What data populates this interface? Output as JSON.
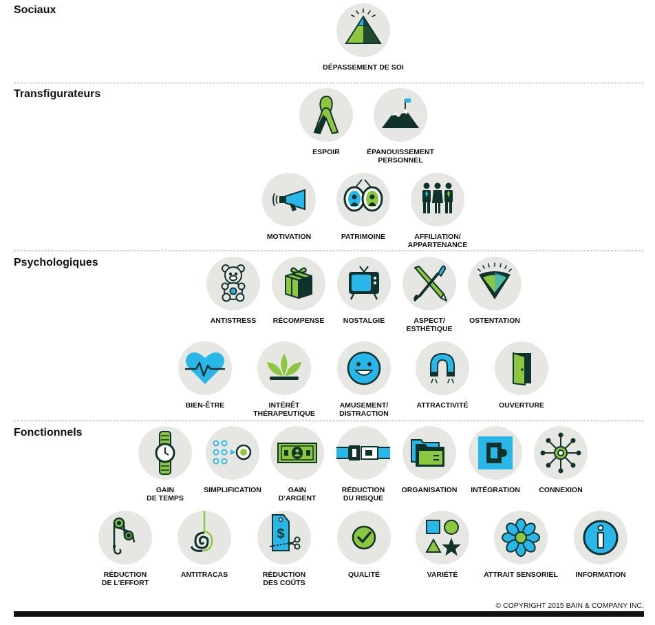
{
  "sections": {
    "social": {
      "title": "Sociaux"
    },
    "life": {
      "title": "Transfigurateurs"
    },
    "emotional": {
      "title": "Psychologiques"
    },
    "functional": {
      "title": "Fonctionnels"
    }
  },
  "elements": {
    "self_transcendence": {
      "line1": "DÉPASSEMENT DE SOI",
      "line2": "",
      "icon": "pyramid-icon"
    },
    "hope": {
      "line1": "ESPOIR",
      "line2": "",
      "icon": "ribbon-icon"
    },
    "self_actualization": {
      "line1": "ÉPANOUISSEMENT",
      "line2": "PERSONNEL",
      "icon": "mountain-flag-icon"
    },
    "motivation": {
      "line1": "MOTIVATION",
      "line2": "",
      "icon": "megaphone-icon"
    },
    "heirloom": {
      "line1": "PATRIMOINE",
      "line2": "",
      "icon": "portrait-frames-icon"
    },
    "affiliation": {
      "line1": "AFFILIATION/",
      "line2": "APPARTENANCE",
      "icon": "people-group-icon"
    },
    "reduces_anxiety": {
      "line1": "ANTISTRESS",
      "line2": "",
      "icon": "teddy-bear-icon"
    },
    "rewards_me": {
      "line1": "RÉCOMPENSE",
      "line2": "",
      "icon": "gift-box-icon"
    },
    "nostalgia": {
      "line1": "NOSTALGIE",
      "line2": "",
      "icon": "retro-tv-icon"
    },
    "design_aesthetics": {
      "line1": "ASPECT/",
      "line2": "ESTHÉTIQUE",
      "icon": "pencil-brush-icon"
    },
    "badge_value": {
      "line1": "OSTENTATION",
      "line2": "",
      "icon": "badge-shield-icon"
    },
    "wellness": {
      "line1": "BIEN-ÊTRE",
      "line2": "",
      "icon": "heart-pulse-icon"
    },
    "therapeutic_value": {
      "line1": "INTÉRÊT",
      "line2": "THÉRAPEUTIQUE",
      "icon": "lotus-leaves-icon"
    },
    "fun_entertainment": {
      "line1": "AMUSEMENT/",
      "line2": "DISTRACTION",
      "icon": "smiley-face-icon"
    },
    "attractiveness": {
      "line1": "ATTRACTIVITÉ",
      "line2": "",
      "icon": "magnet-icon"
    },
    "provides_access": {
      "line1": "OUVERTURE",
      "line2": "",
      "icon": "door-icon"
    },
    "saves_time": {
      "line1": "GAIN",
      "line2": "DE TEMPS",
      "icon": "watch-icon"
    },
    "simplifies": {
      "line1": "SIMPLIFICATION",
      "line2": "",
      "icon": "dots-to-target-icon"
    },
    "makes_money": {
      "line1": "GAIN",
      "line2": "D’ARGENT",
      "icon": "banknote-icon"
    },
    "reduces_risk": {
      "line1": "RÉDUCTION",
      "line2": "DU RISQUE",
      "icon": "seatbelt-buckle-icon"
    },
    "organizes": {
      "line1": "ORGANISATION",
      "line2": "",
      "icon": "folders-icon"
    },
    "integrates": {
      "line1": "INTÉGRATION",
      "line2": "",
      "icon": "puzzle-c-icon"
    },
    "connects": {
      "line1": "CONNEXION",
      "line2": "",
      "icon": "network-hub-icon"
    },
    "reduces_effort": {
      "line1": "RÉDUCTION",
      "line2": "DE L’EFFORT",
      "icon": "pulley-hook-icon"
    },
    "avoids_hassles": {
      "line1": "ANTITRACAS",
      "line2": "",
      "icon": "untangle-arrow-icon"
    },
    "reduces_cost": {
      "line1": "RÉDUCTION",
      "line2": "DES COÛTS",
      "icon": "price-tag-scissors-icon"
    },
    "quality": {
      "line1": "QUALITÉ",
      "line2": "",
      "icon": "checkmark-circle-icon"
    },
    "variety": {
      "line1": "VARIÉTÉ",
      "line2": "",
      "icon": "shapes-icon"
    },
    "sensory_appeal": {
      "line1": "ATTRAIT SENSORIEL",
      "line2": "",
      "icon": "flower-icon"
    },
    "informs": {
      "line1": "INFORMATION",
      "line2": "",
      "icon": "info-icon"
    }
  },
  "footer": {
    "copyright": "© COPYRIGHT 2015 BAIN & COMPANY INC."
  },
  "colors": {
    "green": "#8dc63f",
    "blue": "#29b6e8",
    "dark": "#10322d",
    "circle": "#e6e6e3"
  }
}
